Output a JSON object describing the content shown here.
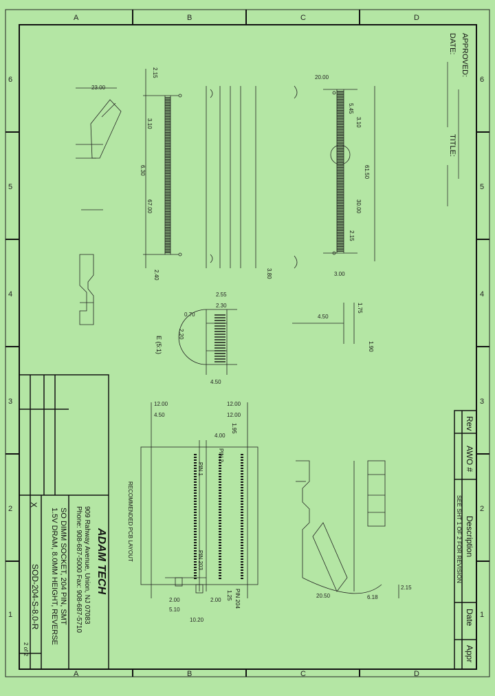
{
  "border": {
    "top_letters": [
      "A",
      "B",
      "C",
      "D"
    ],
    "side_numbers": [
      "6",
      "5",
      "4",
      "3",
      "2",
      "1"
    ]
  },
  "approval": {
    "approved": "APPROVED:",
    "date": "DATE:",
    "title": "TITLE:"
  },
  "revision_block": {
    "headers": [
      "Rev",
      "AWO #",
      "Description",
      "Date",
      "Appr"
    ],
    "description": "SEE SHT 1 OF 2 FOR REVISION"
  },
  "title_block": {
    "company": "ADAM TECH",
    "address": "909 Rahway Avenue, Union, NJ 07083",
    "phone": "Phone: 908-687-5000 Fax: 908-687-5710",
    "desc_line1": "SO DIMM SOCKET, 204 PIN, SMT",
    "desc_line2": "1.5V DRAM, 8.0MM HEIGHT, REVERSE",
    "part_number": "SOD-204-S-8.0-R",
    "mark": "X",
    "sheet": "2 of 2"
  },
  "dimensions": {
    "top_left": [
      "23.00",
      "2.15",
      "3.10",
      "6.30",
      "67.00",
      "2.40"
    ],
    "top_right": [
      "20.00",
      "5.45",
      "3.10",
      "61.50",
      "30.00",
      "2.15",
      "3.00",
      "3.80"
    ],
    "detail": [
      "2.55",
      "2.30",
      "0.70",
      "2.20",
      "4.50",
      "E (5:1)"
    ],
    "bottom": [
      "12.00",
      "4.50",
      "12.00",
      "12.00",
      "4.00",
      "1.95",
      "PIN 1",
      "PIN 2",
      "PIN 203",
      "PIN 204",
      "2.00",
      "10.20",
      "5.10",
      "2.00",
      "1.25",
      "RECOMMENDED PCB LAYOUT"
    ],
    "side": [
      "4.50",
      "1.90",
      "1.75",
      "6.18",
      "2.15",
      "20.50"
    ]
  }
}
